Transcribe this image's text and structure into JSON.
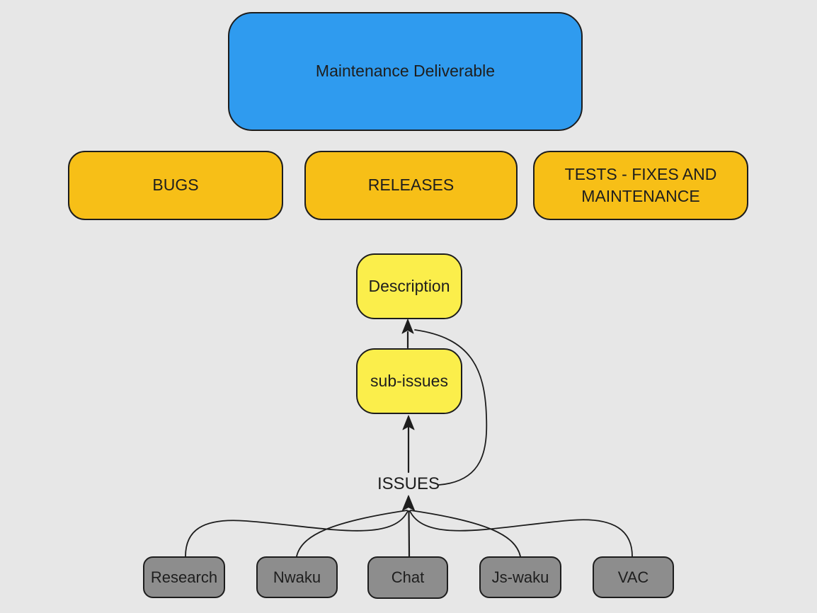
{
  "diagram": {
    "nodes": {
      "root": {
        "label": "Maintenance Deliverable",
        "fill": "#2f9bef"
      },
      "bugs": {
        "label": "BUGS",
        "fill": "#f7bf17"
      },
      "releases": {
        "label": "RELEASES",
        "fill": "#f7bf17"
      },
      "tests": {
        "label": "TESTS - FIXES AND MAINTENANCE",
        "fill": "#f7bf17"
      },
      "description": {
        "label": "Description",
        "fill": "#fbee4b"
      },
      "sub_issues": {
        "label": "sub-issues",
        "fill": "#fbee4b"
      },
      "issues": {
        "label": "ISSUES"
      },
      "research": {
        "label": "Research",
        "fill": "#8d8d8d"
      },
      "nwaku": {
        "label": "Nwaku",
        "fill": "#8d8d8d"
      },
      "chat": {
        "label": "Chat",
        "fill": "#8d8d8d"
      },
      "js_waku": {
        "label": "Js-waku",
        "fill": "#8d8d8d"
      },
      "vac": {
        "label": "VAC",
        "fill": "#8d8d8d"
      }
    },
    "edges": [
      {
        "from": "sub-issues",
        "to": "Description",
        "style": "straight-arrow"
      },
      {
        "from": "ISSUES",
        "to": "Description",
        "style": "curved"
      },
      {
        "from": "ISSUES",
        "to": "sub-issues",
        "style": "straight-arrow"
      },
      {
        "from": "Research",
        "to": "ISSUES",
        "style": "curved"
      },
      {
        "from": "Nwaku",
        "to": "ISSUES",
        "style": "curved"
      },
      {
        "from": "Chat",
        "to": "ISSUES",
        "style": "straight"
      },
      {
        "from": "Js-waku",
        "to": "ISSUES",
        "style": "curved"
      },
      {
        "from": "VAC",
        "to": "ISSUES",
        "style": "curved"
      }
    ],
    "palette": {
      "background": "#e7e7e7",
      "stroke": "#1d1d1d",
      "blue": "#2f9bef",
      "orange": "#f7bf17",
      "yellow": "#fbee4b",
      "gray": "#8d8d8d"
    }
  }
}
